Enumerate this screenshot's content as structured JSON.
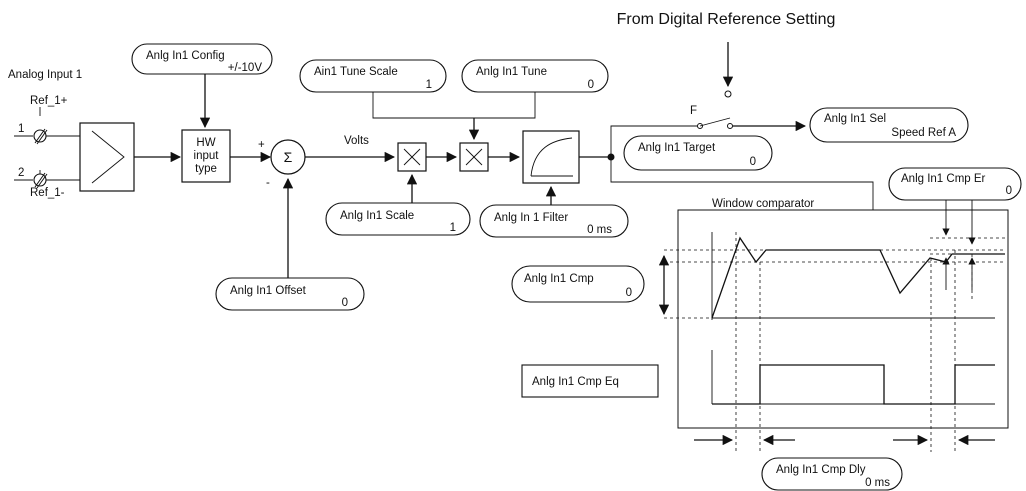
{
  "header": {
    "digital_ref": "From Digital Reference Setting"
  },
  "input": {
    "title": "Analog Input 1",
    "ref_plus": "Ref_1+",
    "ref_minus": "Ref_1-",
    "terminal_1": "1",
    "terminal_2": "2"
  },
  "blocks": {
    "hw_line1": "HW",
    "hw_line2": "input",
    "hw_line3": "type",
    "sum_symbol": "Σ",
    "sum_plus": "+",
    "sum_minus": "-",
    "volts": "Volts",
    "switch_label": "F",
    "window_title": "Window comparator"
  },
  "params": {
    "config": {
      "name": "Anlg In1 Config",
      "value": "+/-10V"
    },
    "tune_scale": {
      "name": "Ain1 Tune Scale",
      "value": "1"
    },
    "tune": {
      "name": "Anlg In1 Tune",
      "value": "0"
    },
    "offset": {
      "name": "Anlg In1 Offset",
      "value": "0"
    },
    "scale": {
      "name": "Anlg In1 Scale",
      "value": "1"
    },
    "filter": {
      "name": "Anlg In 1 Filter",
      "value": "0 ms"
    },
    "target": {
      "name": "Anlg In1 Target",
      "value": "0"
    },
    "sel": {
      "name": "Anlg In1 Sel",
      "value": "Speed Ref A"
    },
    "cmp_er": {
      "name": "Anlg In1 Cmp Er",
      "value": "0"
    },
    "cmp": {
      "name": "Anlg In1 Cmp",
      "value": "0"
    },
    "cmp_eq": {
      "name": "Anlg In1 Cmp Eq"
    },
    "cmp_dly": {
      "name": "Anlg In1 Cmp Dly",
      "value": "0 ms"
    }
  }
}
